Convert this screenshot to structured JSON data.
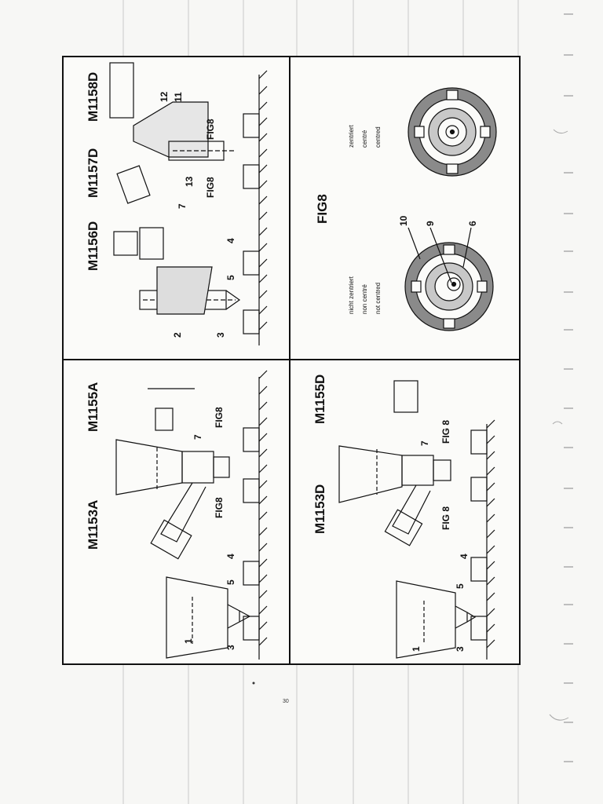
{
  "page_number": "30",
  "panels": {
    "top_left": {
      "model_a": "M1153A",
      "model_b": "M1155A",
      "labels": [
        "1",
        "3",
        "5",
        "4",
        "7"
      ],
      "fig_ref_upper": "FIG8",
      "fig_ref_lower": "FIG8"
    },
    "top_right": {
      "model_a": "M1156D",
      "model_b": "M1157D",
      "model_c": "M1158D",
      "labels": [
        "2",
        "3",
        "5",
        "4",
        "7",
        "13",
        "12",
        "11"
      ],
      "fig_ref_upper": "FIG8",
      "fig_ref_lower": "FIG8"
    },
    "bottom_left": {
      "model_a": "M1153D",
      "model_b": "M1155D",
      "labels": [
        "1",
        "3",
        "5",
        "4",
        "7"
      ],
      "fig_ref_upper": "FIG 8",
      "fig_ref_lower": "FIG 8"
    },
    "bottom_right": {
      "title": "FIG8",
      "not_centred_de": "nicht zentriert",
      "not_centred_fr": "non centré",
      "not_centred_en": "not centred",
      "centred_de": "zentriert",
      "centred_fr": "centré",
      "centred_en": "centred",
      "labels": [
        "10",
        "9",
        "6"
      ]
    }
  }
}
